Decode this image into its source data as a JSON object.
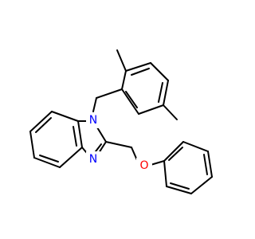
{
  "molecule": {
    "atoms": {
      "n1": {
        "label": "N",
        "color": "#0000ff"
      },
      "n3": {
        "label": "N",
        "color": "#0000ff"
      },
      "o1": {
        "label": "O",
        "color": "#ff0000"
      }
    },
    "bond_color": "#000000",
    "background": "#ffffff"
  }
}
